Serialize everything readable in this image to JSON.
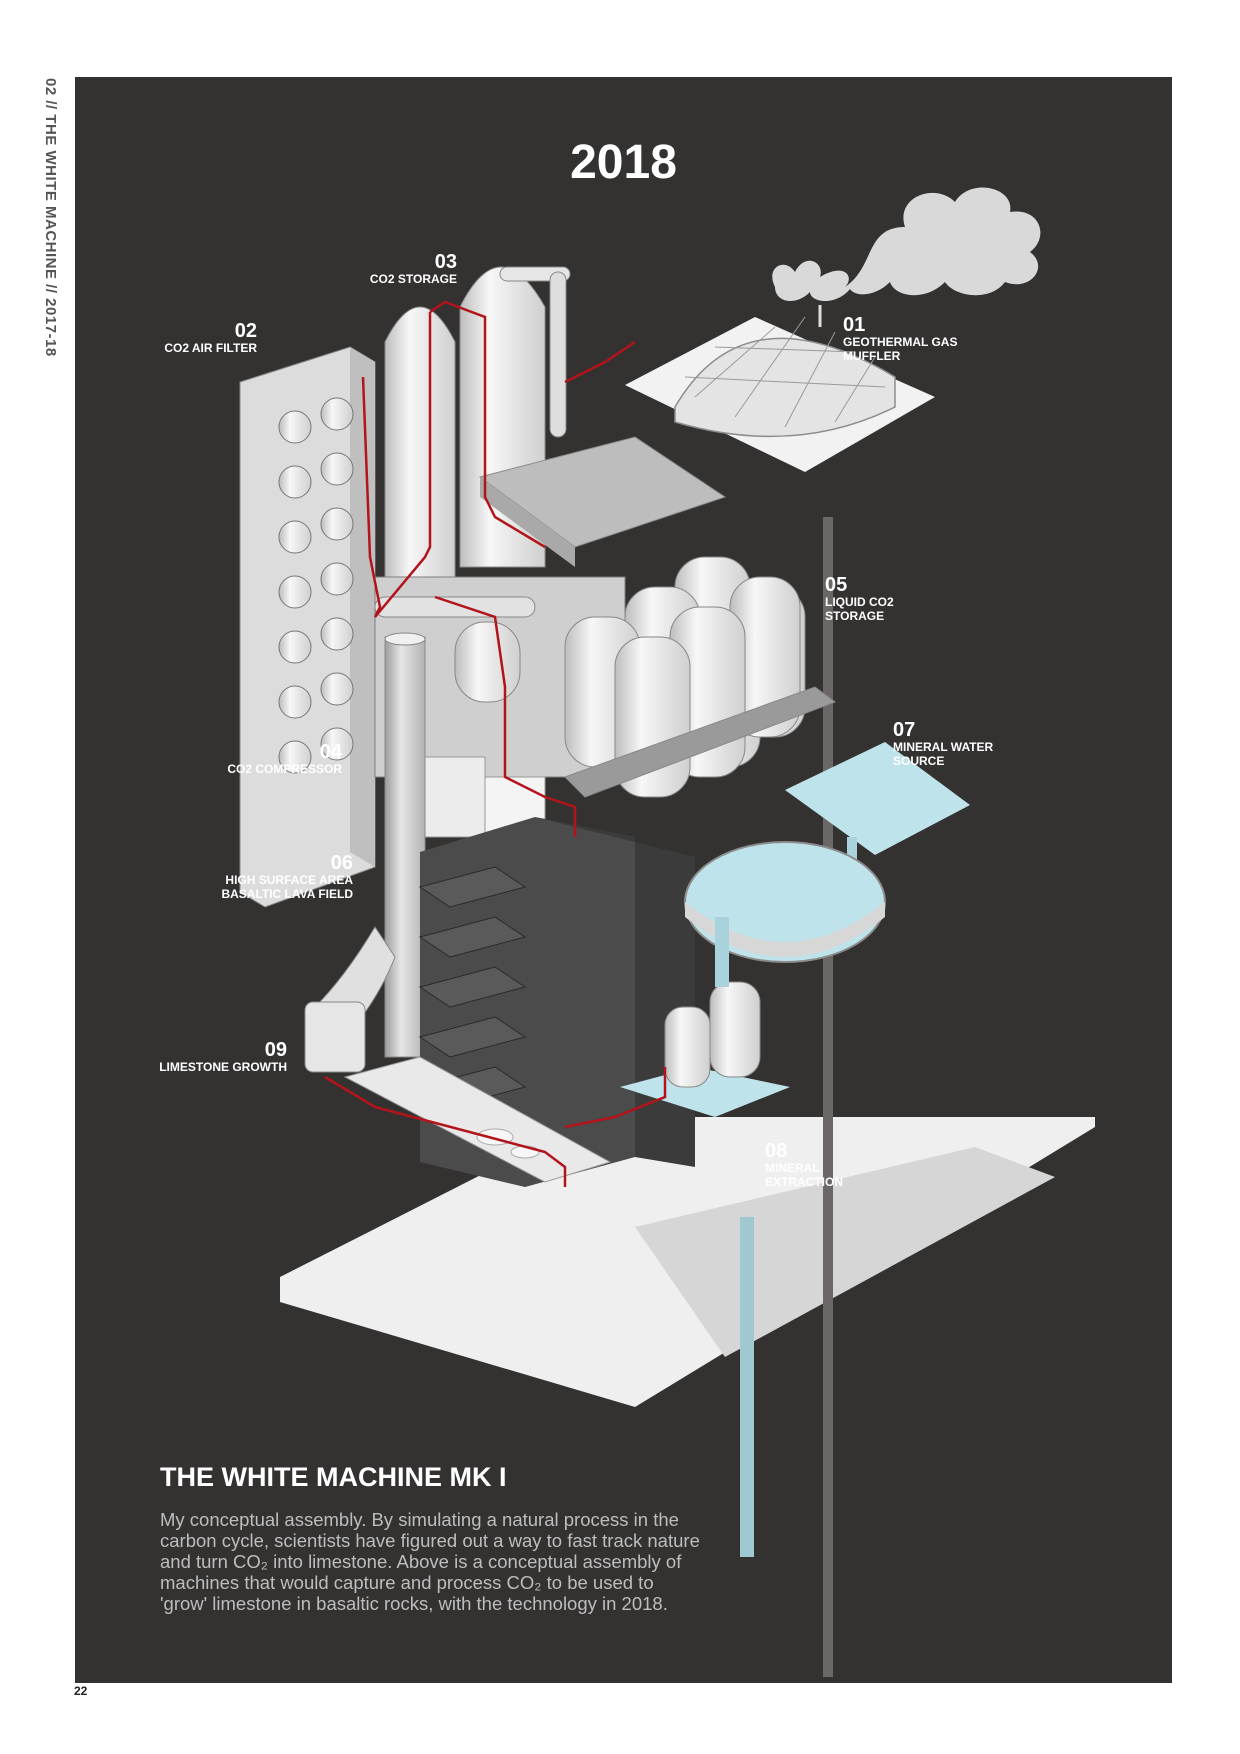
{
  "side_label": "02 // THE WHITE MACHINE // 2017-18",
  "page_number": "22",
  "year": "2018",
  "labels": [
    {
      "id": "01",
      "number": "01",
      "text": "GEOTHERMAL GAS\nMUFFLER"
    },
    {
      "id": "02",
      "number": "02",
      "text": "CO2 AIR FILTER"
    },
    {
      "id": "03",
      "number": "03",
      "text": "CO2 STORAGE"
    },
    {
      "id": "04",
      "number": "04",
      "text": "CO2 COMPRESSOR"
    },
    {
      "id": "05",
      "number": "05",
      "text": "LIQUID CO2\nSTORAGE"
    },
    {
      "id": "06",
      "number": "06",
      "text": "HIGH SURFACE AREA\nBASALTIC LAVA FIELD"
    },
    {
      "id": "07",
      "number": "07",
      "text": "MINERAL WATER\nSOURCE"
    },
    {
      "id": "08",
      "number": "08",
      "text": "MINERAL\nEXTRACTION"
    },
    {
      "id": "09",
      "number": "09",
      "text": "LIMESTONE GROWTH"
    }
  ],
  "title": "THE WHITE MACHINE MK I",
  "body": "My conceptual assembly. By simulating a natural process in the carbon cycle, scientists have figured out a way to fast track nature and turn CO₂ into limestone. Above is a conceptual assembly of machines that would capture and process CO₂ to be used to 'grow' limestone in basaltic rocks, with the technology in 2018.",
  "colors": {
    "panel": "#343231",
    "pipe_red": "#b3141b",
    "water": "#bfe3ea",
    "machine": "#e9e9e9"
  }
}
